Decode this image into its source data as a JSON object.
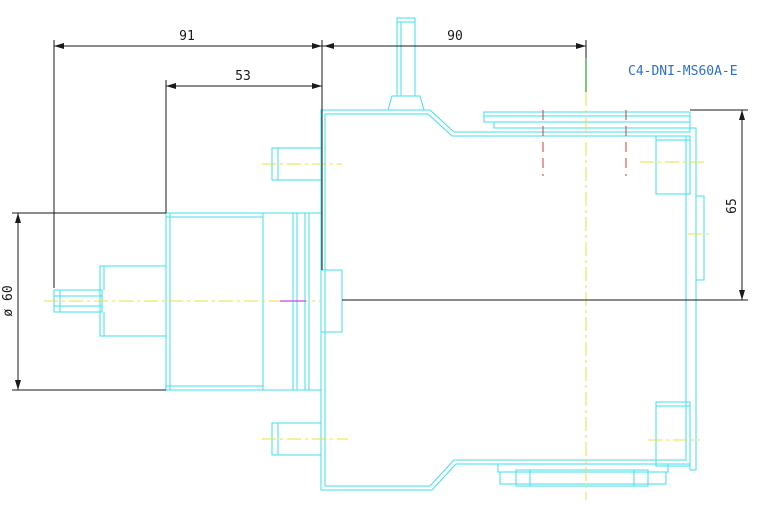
{
  "colors": {
    "background": "#ffffff",
    "outline": "#3fe0ec",
    "dimension": "#1a1a1a",
    "centerline": "#e8e040",
    "hidden_line": "#d23a3a",
    "part_label": "#2a6fd6",
    "accent_magenta": "#d046d0",
    "accent_green": "#2e9a2e"
  },
  "drawing": {
    "part_number": "C4-DNI-MS60A-E",
    "dimensions": {
      "overall_left": "91",
      "flange_offset": "53",
      "right_extent": "90",
      "height": "65",
      "diameter": "ø 60"
    }
  }
}
